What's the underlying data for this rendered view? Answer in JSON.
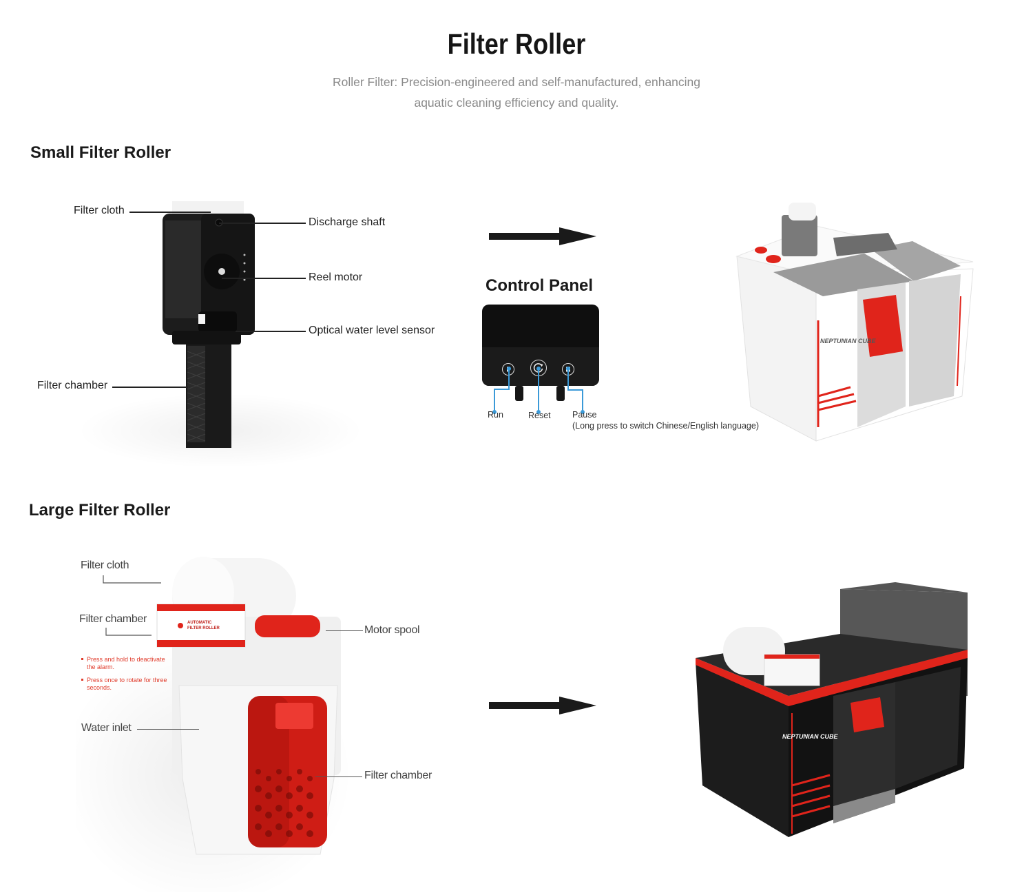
{
  "header": {
    "title": "Filter Roller",
    "subtitle_line1": "Roller Filter: Precision-engineered and self-manufactured, enhancing",
    "subtitle_line2": "aquatic cleaning efficiency and quality."
  },
  "small_section": {
    "title": "Small Filter Roller",
    "callouts": {
      "filter_cloth": "Filter cloth",
      "discharge_shaft": "Discharge shaft",
      "reel_motor": "Reel motor",
      "optical_sensor": "Optical water level sensor",
      "filter_chamber": "Filter chamber"
    },
    "control_panel": {
      "title": "Control Panel",
      "buttons": [
        {
          "label": "Run",
          "icon": "play-icon"
        },
        {
          "label": "Reset",
          "icon": "reset-icon"
        },
        {
          "label": "Pause",
          "icon": "pause-icon"
        }
      ],
      "pause_note": "(Long press to switch Chinese/English language)"
    },
    "sump": {
      "brand": "NEPTUNIAN CUBE",
      "color_scheme": "white-red"
    }
  },
  "large_section": {
    "title": "Large Filter Roller",
    "callouts": {
      "filter_cloth": "Filter cloth",
      "filter_chamber_top": "Filter chamber",
      "motor_spool": "Motor spool",
      "water_inlet": "Water inlet",
      "filter_chamber_bottom": "Filter chamber"
    },
    "notes": [
      "Press and hold to deactivate the alarm.",
      "Press once to rotate for three seconds."
    ],
    "module_label": {
      "line1": "AUTOMATIC",
      "line2": "FILTER ROLLER"
    },
    "sump": {
      "brand": "NEPTUNIAN CUBE",
      "color_scheme": "black-red"
    }
  },
  "colors": {
    "accent_red": "#e0241b",
    "panel_blue": "#3b9ad8",
    "text_dark": "#1a1a1a",
    "text_gray": "#8a8a8a"
  }
}
